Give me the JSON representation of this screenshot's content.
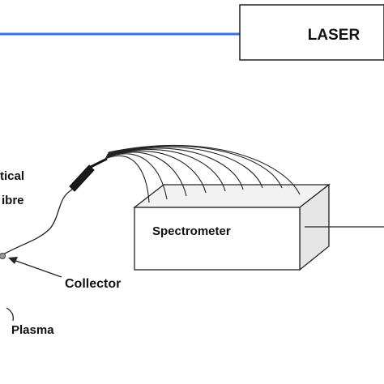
{
  "diagram": {
    "laser_label": "LASER",
    "spectrometer_label": "Spectrometer",
    "optical_label_line1": "tical",
    "optical_label_line2": "ibre",
    "collector_label": "Collector",
    "plasma_label": "Plasma",
    "colors": {
      "beam": "#3a6fd8",
      "stroke": "#222222",
      "box_front": "#ffffff",
      "box_top": "#f2f2f2",
      "box_side": "#e6e6e6",
      "background": "#ffffff"
    }
  }
}
